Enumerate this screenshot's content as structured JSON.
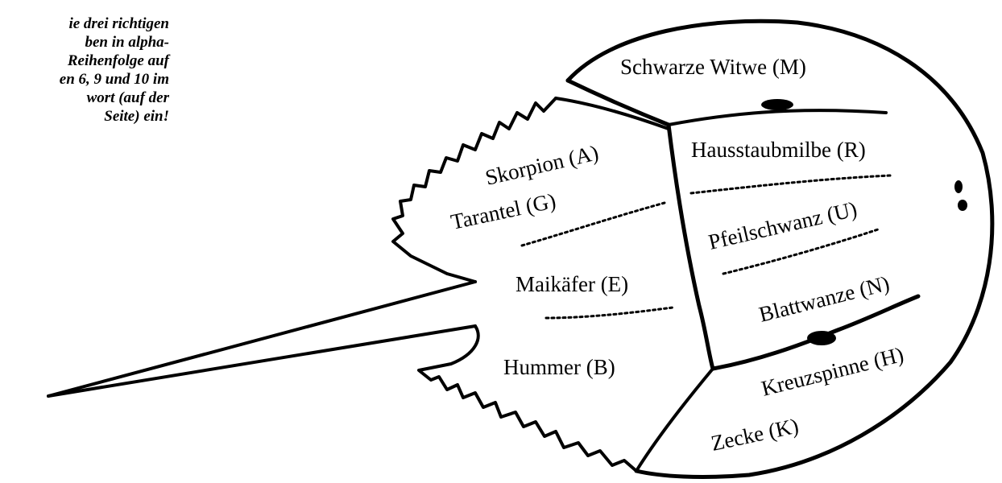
{
  "instruction": {
    "lines": [
      "ie drei richtigen",
      "ben in alpha-",
      "Reihenfolge auf",
      "en 6, 9 und 10 im",
      "wort (auf der",
      "Seite) ein!"
    ]
  },
  "diagram": {
    "subject": "horseshoe-crab-outline",
    "regions": [
      {
        "id": "schwarze-witwe",
        "label": "Schwarze Witwe (M)"
      },
      {
        "id": "skorpion",
        "label": "Skorpion (A)"
      },
      {
        "id": "hausstaubmilbe",
        "label": "Hausstaubmilbe (R)"
      },
      {
        "id": "tarantel",
        "label": "Tarantel (G)"
      },
      {
        "id": "pfeilschwanz",
        "label": "Pfeilschwanz (U)"
      },
      {
        "id": "maikaefer",
        "label": "Maikäfer (E)"
      },
      {
        "id": "blattwanze",
        "label": "Blattwanze (N)"
      },
      {
        "id": "hummer",
        "label": "Hummer (B)"
      },
      {
        "id": "kreuzspinne",
        "label": "Kreuzspinne (H)"
      },
      {
        "id": "zecke",
        "label": "Zecke (K)"
      }
    ]
  }
}
